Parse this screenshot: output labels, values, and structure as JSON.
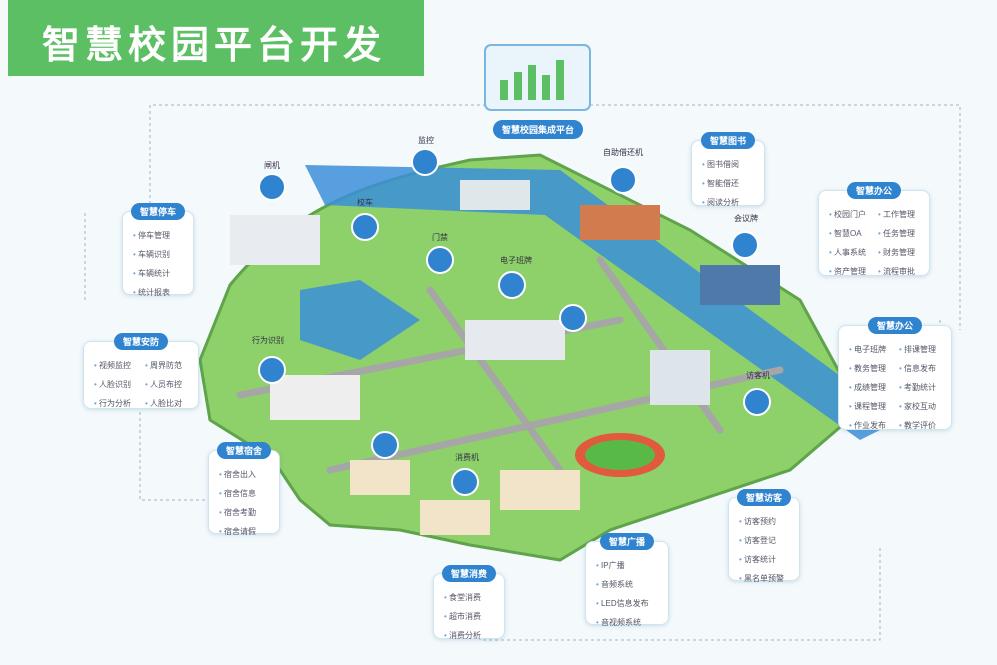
{
  "title": "智慧校园平台开发",
  "platform": {
    "label": "智慧校园集成平台"
  },
  "device_labels": [
    {
      "key": "monitor",
      "text": "监控"
    },
    {
      "key": "gate",
      "text": "闸机"
    },
    {
      "key": "selfservice",
      "text": "自助借还机"
    },
    {
      "key": "meeting",
      "text": "会议牌"
    },
    {
      "key": "bus",
      "text": "校车"
    },
    {
      "key": "door",
      "text": "门禁"
    },
    {
      "key": "ecard",
      "text": "电子班牌"
    },
    {
      "key": "face",
      "text": "行为识别"
    },
    {
      "key": "visitor",
      "text": "访客机"
    },
    {
      "key": "pos",
      "text": "消费机"
    }
  ],
  "panels": [
    {
      "key": "parking",
      "title": "智慧停车",
      "items": [
        "停车管理",
        "车辆识别",
        "车辆统计",
        "统计报表"
      ]
    },
    {
      "key": "security",
      "title": "智慧安防",
      "items": [
        "视频监控",
        "周界防范",
        "人脸识别",
        "人员布控",
        "行为分析",
        "人脸比对"
      ]
    },
    {
      "key": "dorm",
      "title": "智慧宿舍",
      "items": [
        "宿舍出入",
        "宿舍信息",
        "宿舍考勤",
        "宿舍请假"
      ]
    },
    {
      "key": "consume",
      "title": "智慧消费",
      "items": [
        "食堂消费",
        "超市消费",
        "消费分析"
      ]
    },
    {
      "key": "broadcast",
      "title": "智慧广播",
      "items": [
        "IP广播",
        "音频系统",
        "LED信息发布",
        "音视频系统"
      ]
    },
    {
      "key": "visit",
      "title": "智慧访客",
      "items": [
        "访客预约",
        "访客登记",
        "访客统计",
        "黑名单预警"
      ]
    },
    {
      "key": "office",
      "title": "智慧办公",
      "items": [
        "电子班牌",
        "排课管理",
        "教务管理",
        "信息发布",
        "成绩管理",
        "考勤统计",
        "课程管理",
        "家校互动",
        "作业发布",
        "教学评价"
      ]
    },
    {
      "key": "admin",
      "title": "智慧办公",
      "items": [
        "校园门户",
        "工作管理",
        "智慧OA",
        "任务管理",
        "人事系统",
        "财务管理",
        "资产管理",
        "流程审批"
      ]
    },
    {
      "key": "library",
      "title": "智慧图书",
      "items": [
        "图书借阅",
        "智能借还",
        "阅读分析"
      ]
    }
  ]
}
